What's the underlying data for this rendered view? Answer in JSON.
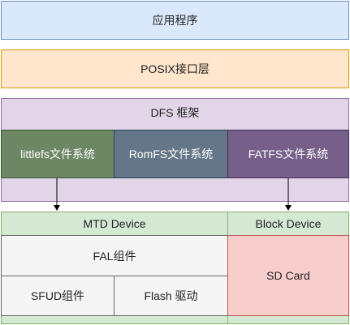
{
  "layers": {
    "app": "应用程序",
    "posix": "POSIX接口层",
    "dfs": "DFS 框架"
  },
  "filesystems": {
    "littlefs": "littlefs文件系统",
    "romfs": "RomFS文件系统",
    "fatfs": "FATFS文件系统"
  },
  "devices": {
    "mtd": "MTD Device",
    "block": "Block Device",
    "fal": "FAL组件",
    "sfud": "SFUD组件",
    "flash": "Flash 驱动",
    "sdcard": "SD Card"
  },
  "colors": {
    "app_fill": "#dae8fc",
    "posix_fill": "#ffe6cc",
    "dfs_fill": "#e1d5e7",
    "littlefs_fill": "#6d8764",
    "romfs_fill": "#647687",
    "fatfs_fill": "#76608a",
    "device_fill": "#d5e8d4",
    "component_fill": "#f5f5f5",
    "sdcard_fill": "#f8cecc"
  }
}
